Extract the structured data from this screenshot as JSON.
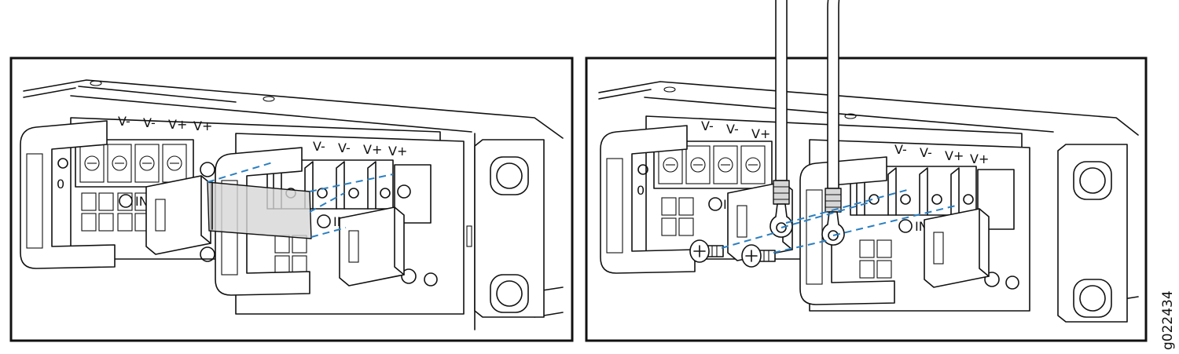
{
  "figure_id": "g022434",
  "panels": [
    {
      "terminal_labels_rear": [
        "V-",
        "V-",
        "V+",
        "V+"
      ],
      "terminal_labels_front": [
        "V-",
        "V-",
        "V+",
        "V+"
      ],
      "in_label": "IN",
      "zero_label": "0"
    },
    {
      "terminal_labels_rear": [
        "V-",
        "V-",
        "V+"
      ],
      "terminal_labels_front": [
        "V-",
        "V-",
        "V+",
        "V+"
      ],
      "in_label": "IN",
      "zero_label": "0"
    }
  ],
  "colors": {
    "guide_line": "#2a7fc1",
    "frame": "#111111",
    "cover": "#d6d6d6"
  }
}
